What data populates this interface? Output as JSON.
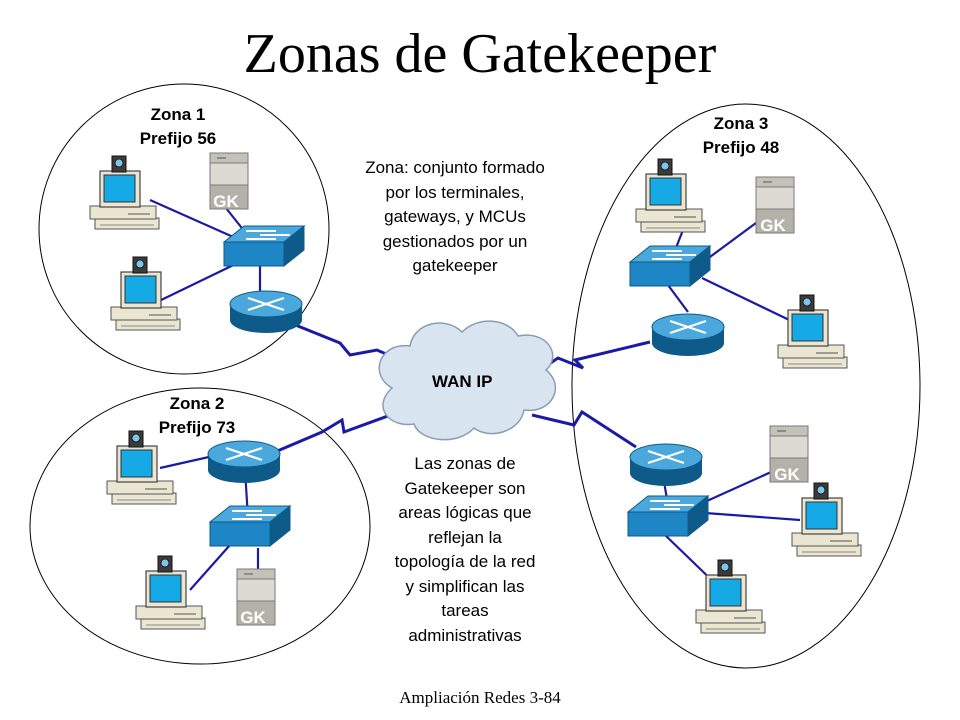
{
  "title": "Zonas de Gatekeeper",
  "footer": "Ampliación Redes 3-84",
  "zones": [
    {
      "name": "Zona 1",
      "prefix": "Prefijo 56"
    },
    {
      "name": "Zona 2",
      "prefix": "Prefijo 73"
    },
    {
      "name": "Zona 3",
      "prefix": "Prefijo 48"
    }
  ],
  "wan_label": "WAN IP",
  "gk_label": "GK",
  "note_zone": [
    "Zona: conjunto formado",
    "por los terminales,",
    "gateways, y MCUs",
    "gestionados por un",
    "gatekeeper"
  ],
  "note_zones": [
    "Las zonas de",
    "Gatekeeper son",
    "areas lógicas que",
    "reflejan la",
    "topología de la red",
    "y simplifican las",
    "tareas",
    "administrativas"
  ],
  "colors": {
    "device_blue": "#1f86c6",
    "device_dark": "#0e5b8a",
    "link_blue": "#1a1aa6",
    "cloud_fill": "#d9e4f1",
    "terminal_beige": "#ebe6d2",
    "screen_cyan": "#15a9e6"
  }
}
